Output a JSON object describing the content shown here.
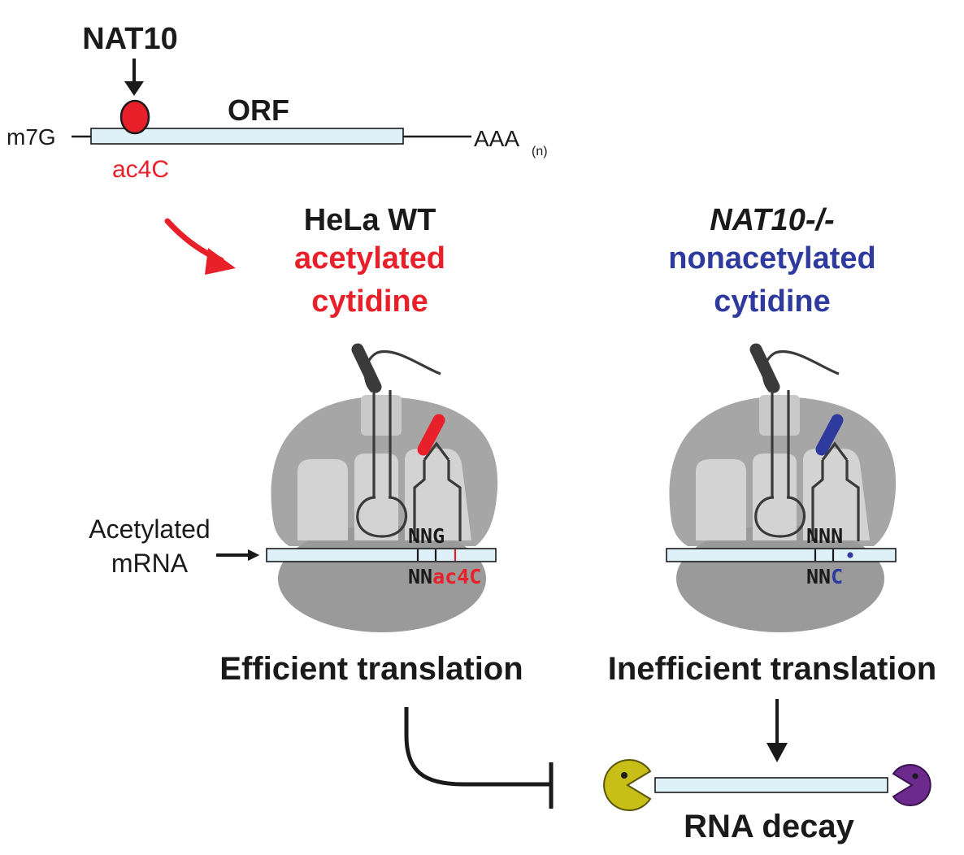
{
  "colors": {
    "red": "#e8202a",
    "blue": "#2e3a9e",
    "mrna_fill": "#dff1f8",
    "ribo_dark": "#8c8c8c",
    "ribo_mid": "#a9a9a9",
    "ribo_light": "#d2d2d2",
    "trna": "#3a3a3a",
    "pac_yellow": "#c8be18",
    "pac_purple": "#6b2a8c"
  },
  "top": {
    "enzyme": "NAT10",
    "orf": "ORF",
    "cap": "m7G",
    "tail": "AAA",
    "tail_sub": "(n)",
    "mark": "ac4C"
  },
  "left_panel": {
    "title": "HeLa WT",
    "line1": "acetylated",
    "line2": "cytidine",
    "codon_top": "NNG",
    "codon_bottom_nn": "NN",
    "codon_bottom_mod": "ac4C",
    "outcome": "Efficient translation"
  },
  "right_panel": {
    "title": "NAT10-/-",
    "line1": "nonacetylated",
    "line2": "cytidine",
    "codon_top": "NNN",
    "codon_bottom_nn": "NN",
    "codon_bottom_mod": "C",
    "outcome": "Inefficient translation"
  },
  "mrna_label": {
    "line1": "Acetylated",
    "line2": "mRNA"
  },
  "decay_label": "RNA decay",
  "icons": [
    "ac4c-dot-icon",
    "ribosome-icon",
    "trna-icon",
    "pacman-icon",
    "inhibition-bar-icon"
  ]
}
